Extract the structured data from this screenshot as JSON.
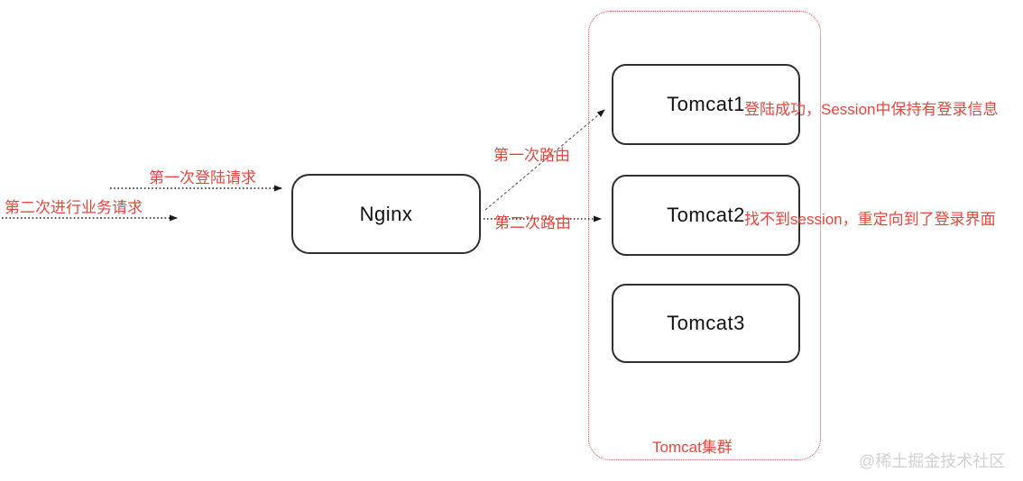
{
  "diagram": {
    "nodes": {
      "nginx": {
        "label": "Nginx"
      },
      "tomcat1": {
        "label": "Tomcat1"
      },
      "tomcat2": {
        "label": "Tomcat2"
      },
      "tomcat3": {
        "label": "Tomcat3"
      }
    },
    "cluster": {
      "label": "Tomcat集群"
    },
    "flow_labels": {
      "first_login_request": "第一次登陆请求",
      "second_business_request": "第二次进行业务请求",
      "first_route": "第一次路由",
      "second_route": "第二次路由"
    },
    "annotations": {
      "tomcat1_note": "登陆成功，Session中保持有登录信息",
      "tomcat2_note": "找不到session，重定向到了登录界面"
    },
    "colors": {
      "accent_red": "#e8453c",
      "node_border": "#2e2e2e",
      "arrow_black": "#1a1a1a",
      "watermark_gray": "#d2d1cf"
    }
  },
  "watermark": {
    "text": "@稀土掘金技术社区"
  }
}
